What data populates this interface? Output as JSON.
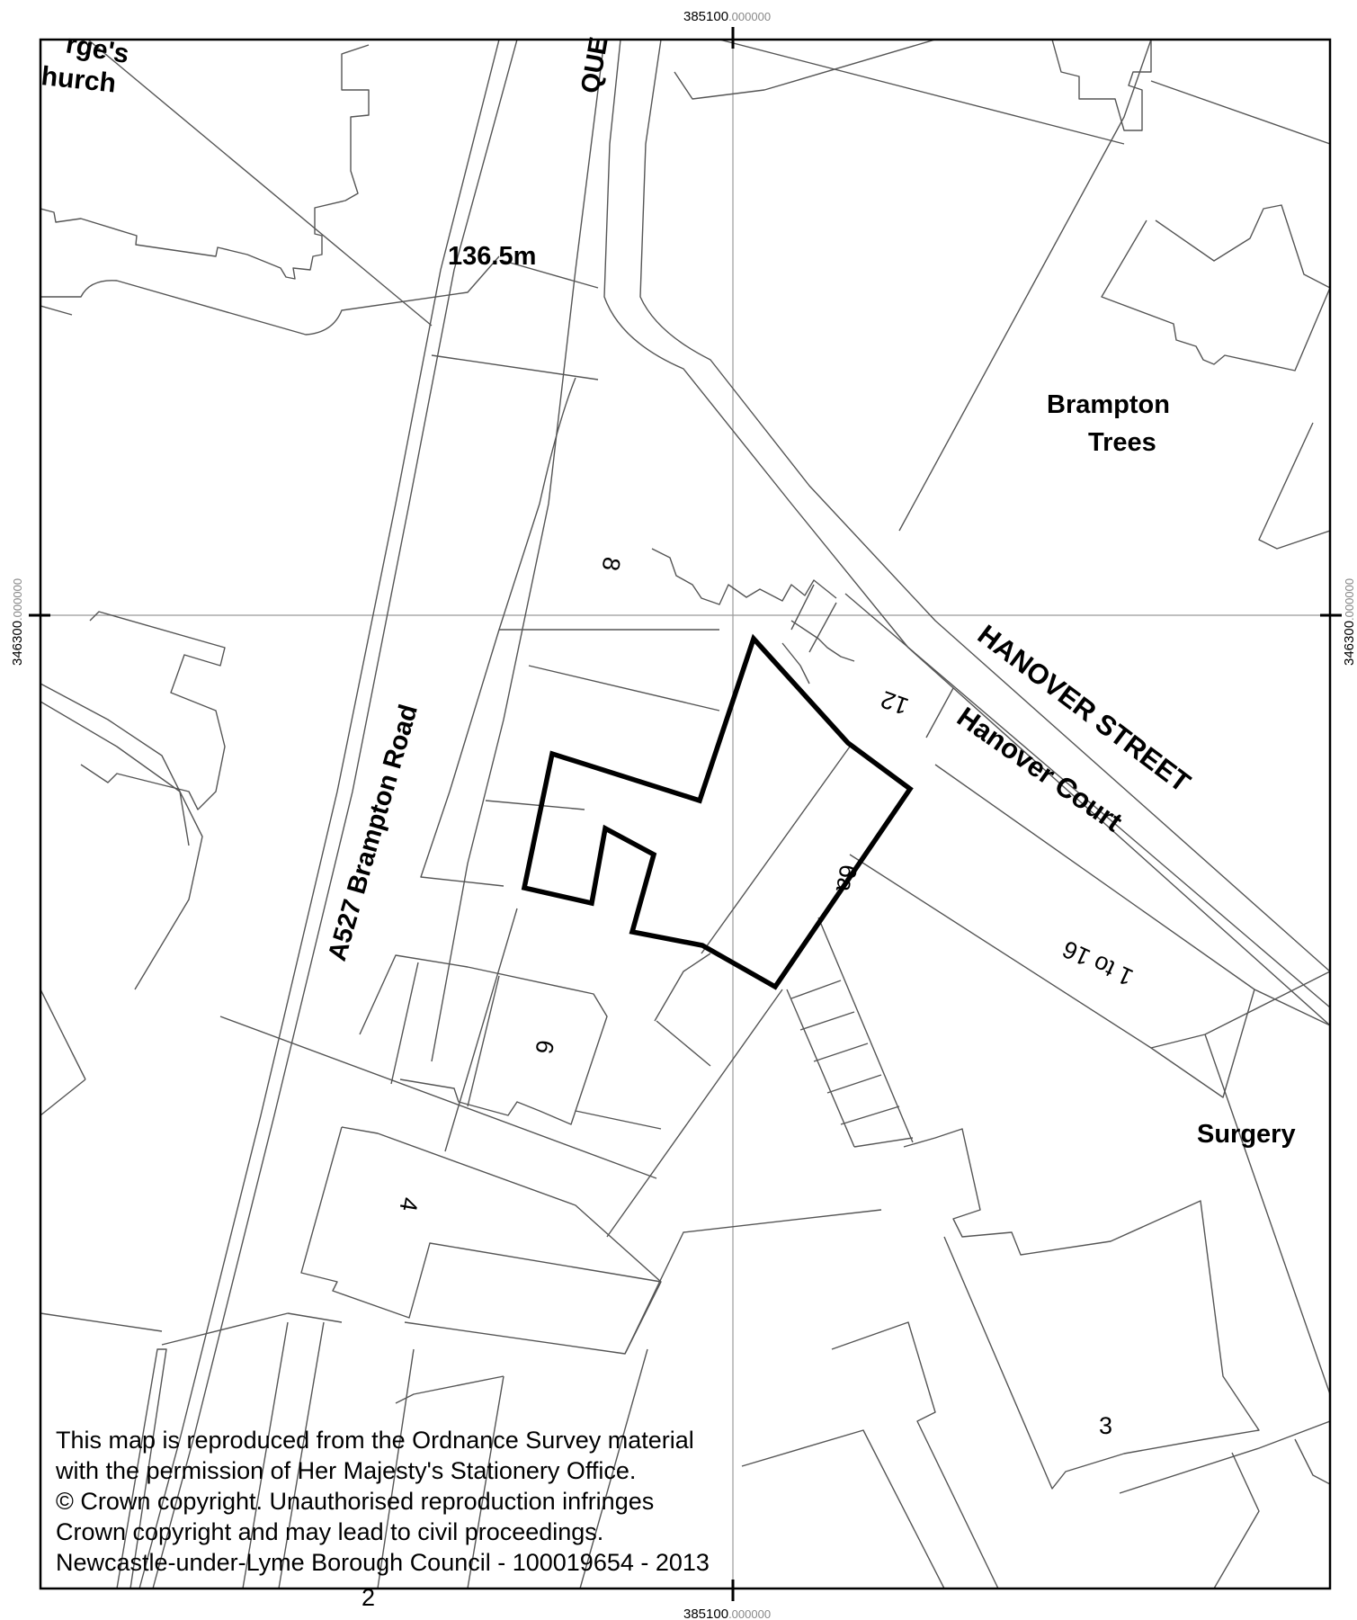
{
  "grid": {
    "easting": {
      "main": "385100",
      "decimals": ".000000"
    },
    "northing": {
      "main": "346300",
      "decimals": ".000000"
    }
  },
  "labels": {
    "church_top": "rge's",
    "church_bottom": "hurch",
    "queen_street": "QUE",
    "height": "136.5m",
    "brampton_trees_1": "Brampton",
    "brampton_trees_2": "Trees",
    "hanover_street": "HANOVER STREET",
    "hanover_court": "Hanover Court",
    "brampton_road": "A527  Brampton Road",
    "surgery": "Surgery",
    "num_8": "8",
    "num_12": "12",
    "num_6a": "6a",
    "num_1to16": "1 to 16",
    "num_6": "6",
    "num_4": "4",
    "num_3": "3",
    "num_2": "2"
  },
  "notice": {
    "line1": "This map is reproduced from the Ordnance Survey material",
    "line2": "with the permission of Her Majesty's Stationery Office.",
    "line3": "© Crown copyright.  Unauthorised reproduction infringes",
    "line4": "Crown copyright and may  lead to civil proceedings.",
    "line5": "Newcastle-under-Lyme Borough Council - 100019654 - 2013"
  },
  "colors": {
    "frame": "#000000",
    "boundary": "#000000",
    "line": "#555555",
    "grid": "#999999"
  }
}
